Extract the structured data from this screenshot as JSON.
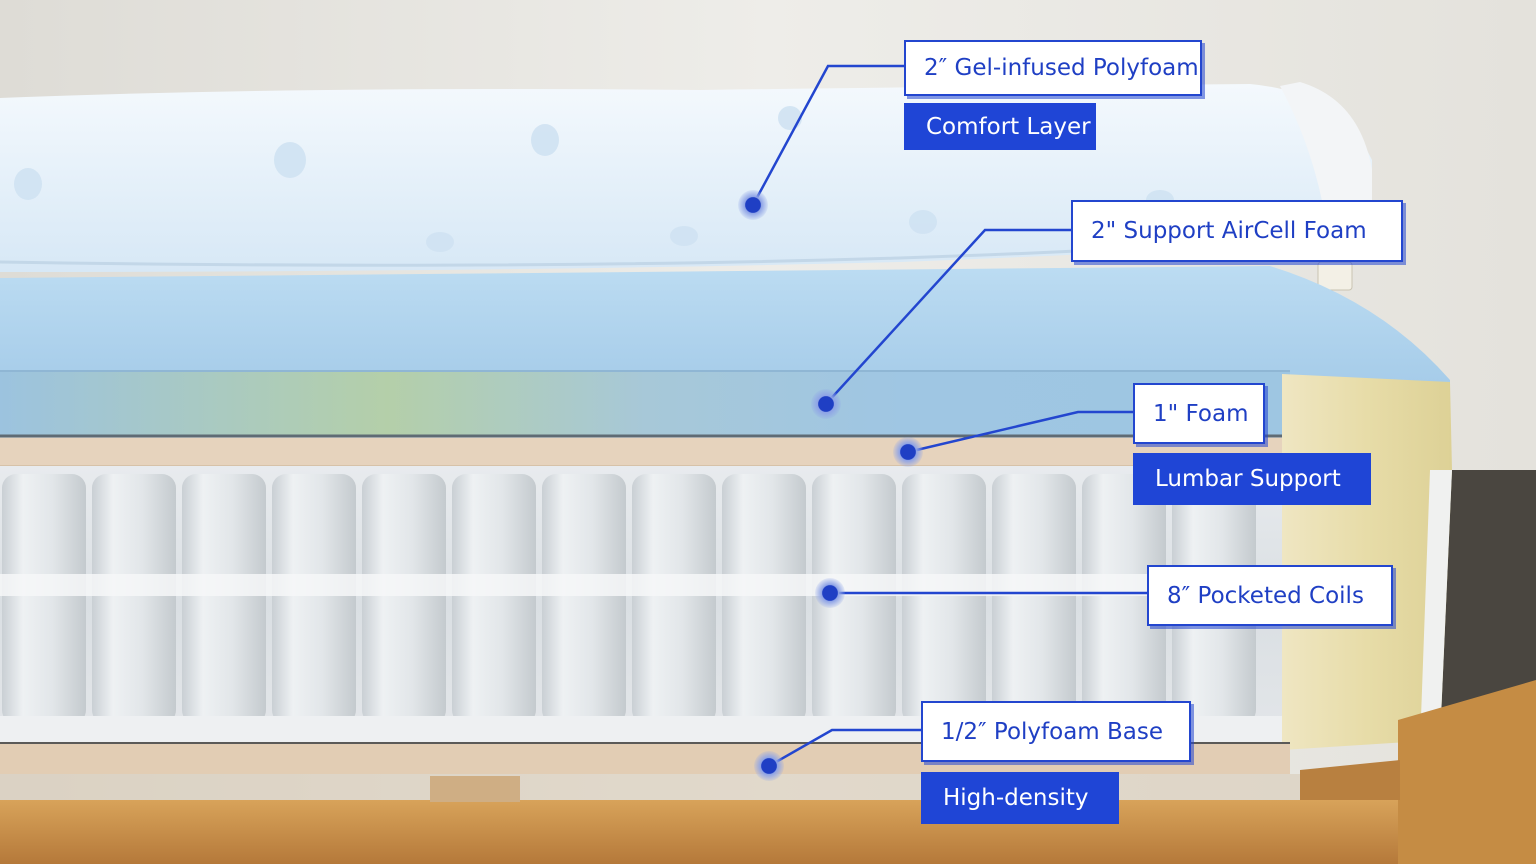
{
  "callouts": [
    {
      "label": "2″ Gel-infused Polyfoam",
      "tag": "Comfort Layer"
    },
    {
      "label": "2\" Support AirCell Foam"
    },
    {
      "label": "1\" Foam",
      "tag": "Lumbar Support"
    },
    {
      "label": "8″ Pocketed Coils"
    },
    {
      "label": "1/2″ Polyfoam Base",
      "tag": "High-density"
    }
  ],
  "colors": {
    "accent": "#2346cf",
    "tag_bg": "#1f45d6",
    "comfort_layer": "#eaf3fb",
    "support_foam": "#a9cde9",
    "lumbar_foam": "#e6d3bd",
    "coils": "#dfe3e6",
    "frame_wood": "#c48a3f"
  }
}
